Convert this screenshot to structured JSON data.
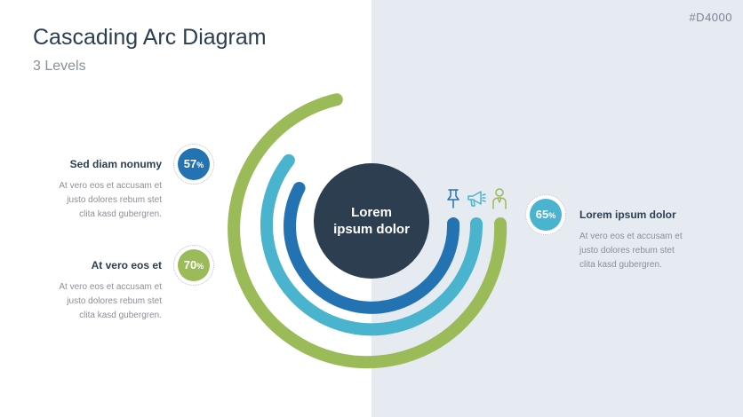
{
  "header": {
    "title": "Cascading Arc Diagram",
    "subtitle": "3 Levels",
    "code": "#D4000"
  },
  "center": {
    "line1": "Lorem",
    "line2": "ipsum dolor"
  },
  "colors": {
    "dark": "#2d3e50",
    "blue": "#2373b3",
    "cyan": "#4ab4cf",
    "green": "#9bbb59",
    "panel": "#e6eaf1"
  },
  "levels": [
    {
      "heading": "Sed diam nonumy",
      "value": "57",
      "unit": "%",
      "color": "#2373b3",
      "lines": [
        "At vero eos et accusam et",
        "justo dolores rebum stet",
        "clita kasd gubergren."
      ],
      "icon": "pushpin-icon"
    },
    {
      "heading": "Lorem ipsum dolor",
      "value": "65",
      "unit": "%",
      "color": "#4ab4cf",
      "lines": [
        "At vero eos et accusam et",
        "justo dolores rebum stet",
        "clita kasd gubergren."
      ],
      "icon": "megaphone-icon"
    },
    {
      "heading": "At vero eos et",
      "value": "70",
      "unit": "%",
      "color": "#9bbb59",
      "lines": [
        "At vero eos et accusam et",
        "justo dolores rebum stet",
        "clita kasd gubergren."
      ],
      "icon": "person-icon"
    }
  ]
}
